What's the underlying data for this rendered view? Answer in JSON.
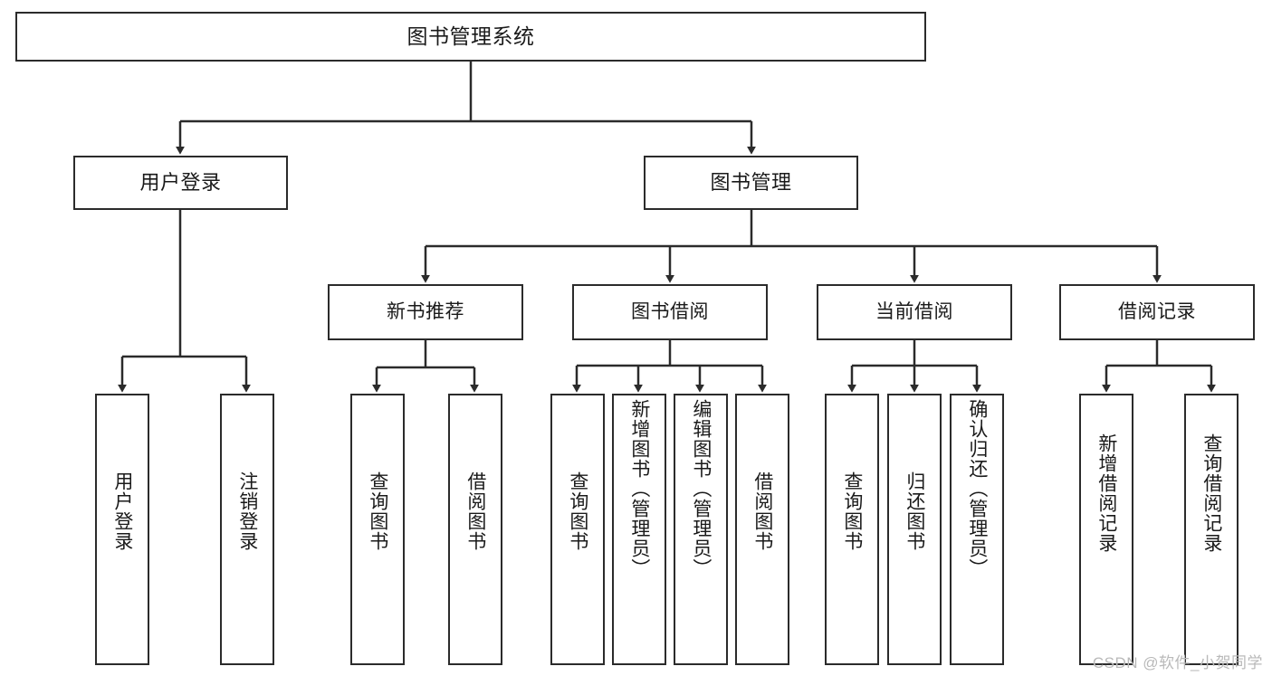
{
  "diagram": {
    "title": "图书管理系统",
    "root": {
      "id": "root",
      "label": "图书管理系统"
    },
    "level1": [
      {
        "id": "user-login",
        "label": "用户登录"
      },
      {
        "id": "book-manage",
        "label": "图书管理"
      }
    ],
    "level2": [
      {
        "id": "new-book-recommend",
        "label": "新书推荐"
      },
      {
        "id": "book-borrow",
        "label": "图书借阅"
      },
      {
        "id": "current-borrow",
        "label": "当前借阅"
      },
      {
        "id": "borrow-record",
        "label": "借阅记录"
      }
    ],
    "leaves": {
      "user_login": [
        {
          "id": "leaf-user-login",
          "label": "用户登录"
        },
        {
          "id": "leaf-user-logout",
          "label": "注销登录"
        }
      ],
      "new_book_recommend": [
        {
          "id": "leaf-query-book-1",
          "label": "查询图书"
        },
        {
          "id": "leaf-borrow-book-1",
          "label": "借阅图书"
        }
      ],
      "book_borrow": [
        {
          "id": "leaf-query-book-2",
          "label": "查询图书"
        },
        {
          "id": "leaf-add-book",
          "label": "新增图书（管理员）"
        },
        {
          "id": "leaf-edit-book",
          "label": "编辑图书（管理员）"
        },
        {
          "id": "leaf-borrow-book-2",
          "label": "借阅图书"
        }
      ],
      "current_borrow": [
        {
          "id": "leaf-query-book-3",
          "label": "查询图书"
        },
        {
          "id": "leaf-return-book",
          "label": "归还图书"
        },
        {
          "id": "leaf-confirm-return",
          "label": "确认归还（管理员）"
        }
      ],
      "borrow_record": [
        {
          "id": "leaf-add-record",
          "label": "新增借阅记录"
        },
        {
          "id": "leaf-query-record",
          "label": "查询借阅记录"
        }
      ]
    }
  },
  "watermark": {
    "text": "CSDN @软件_小贺同学"
  },
  "colors": {
    "stroke": "#2b2b2b",
    "background": "#ffffff",
    "text": "#1a1a1a",
    "watermark": "#b9b9b9"
  }
}
